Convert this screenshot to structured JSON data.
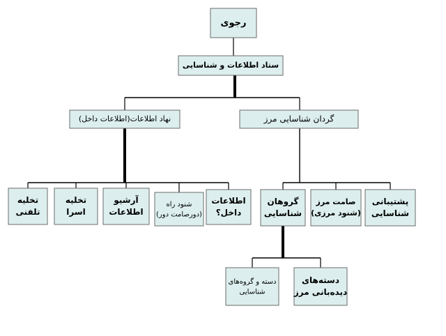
{
  "diagram": {
    "fill_color": "#dcefee",
    "border_color": "#6b6b6b",
    "line_color": "#000000",
    "nodes": {
      "root": {
        "lines": [
          "رجوی"
        ]
      },
      "staff": {
        "lines": [
          "ستاد اطلاعات و شناسایی"
        ]
      },
      "internal_intel": {
        "lines": [
          "نهاد اطلاعات(اطلاعات داخل)"
        ]
      },
      "border_battalion": {
        "lines": [
          "گردان شناسایی مرز"
        ]
      },
      "phone_dump": {
        "lines": [
          "تخلیه",
          "تلفنی"
        ]
      },
      "prisoner_dump": {
        "lines": [
          "تخلیه",
          "اسرا"
        ]
      },
      "archive": {
        "lines": [
          "آرشیو",
          "اطلاعات"
        ]
      },
      "remote_listen": {
        "lines": [
          "شنود راه",
          "(دورصامت دور)"
        ]
      },
      "internal_intel_leaf": {
        "lines": [
          "اطلاعات",
          "داخل؟"
        ]
      },
      "recon_groups": {
        "lines": [
          "گروهان",
          "شناسایی"
        ]
      },
      "border_silent": {
        "lines": [
          "صامت مرز",
          "(شنود مرزی)"
        ]
      },
      "recon_support": {
        "lines": [
          "پشتیبانی",
          "شناسایی"
        ]
      },
      "recon_teams": {
        "lines": [
          "دسته و گروه‌های",
          "شناسایی"
        ]
      },
      "border_watch": {
        "lines": [
          "دسته‌های",
          "دیده‌بانی مرز"
        ]
      }
    }
  }
}
